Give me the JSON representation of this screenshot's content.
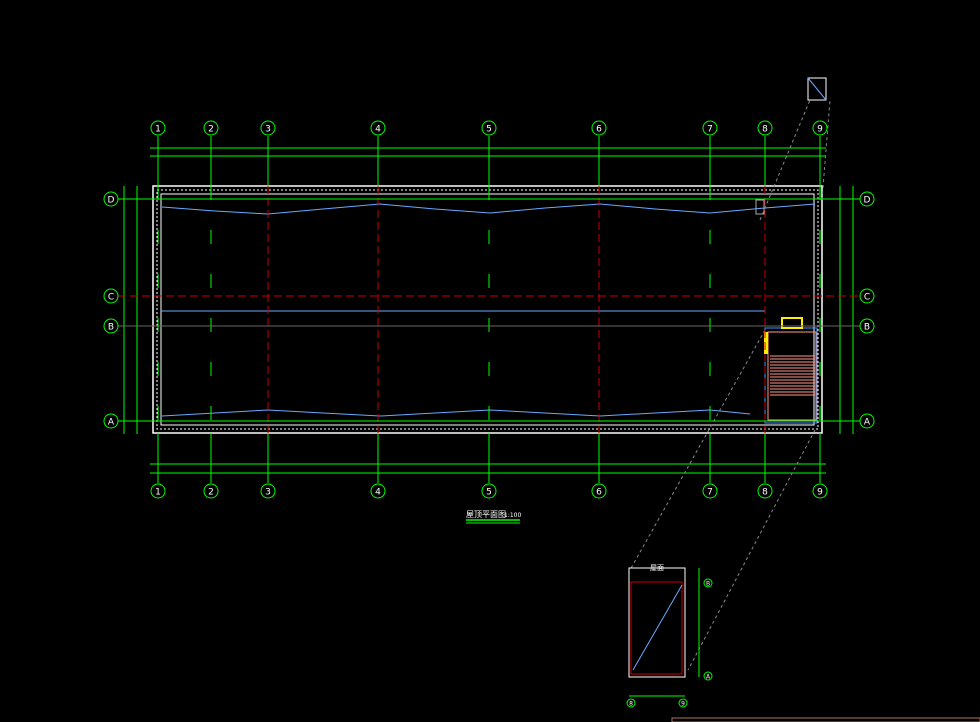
{
  "drawing": {
    "title": "屋顶平面图",
    "scale": "1:100",
    "columns": [
      "1",
      "2",
      "3",
      "4",
      "5",
      "6",
      "7",
      "8",
      "9"
    ],
    "rows": [
      "A",
      "B",
      "C",
      "D"
    ],
    "detail_title": "屋面",
    "detail_axes_bottom": [
      "8",
      "9"
    ],
    "detail_axes_right": [
      "B",
      "A"
    ]
  },
  "colors": {
    "grid": "#00ff00",
    "axis_red": "#cc0000",
    "outline": "#ffffff",
    "slope": "#66aaff",
    "stair": "#ff9988",
    "highlight": "#ffee00"
  }
}
